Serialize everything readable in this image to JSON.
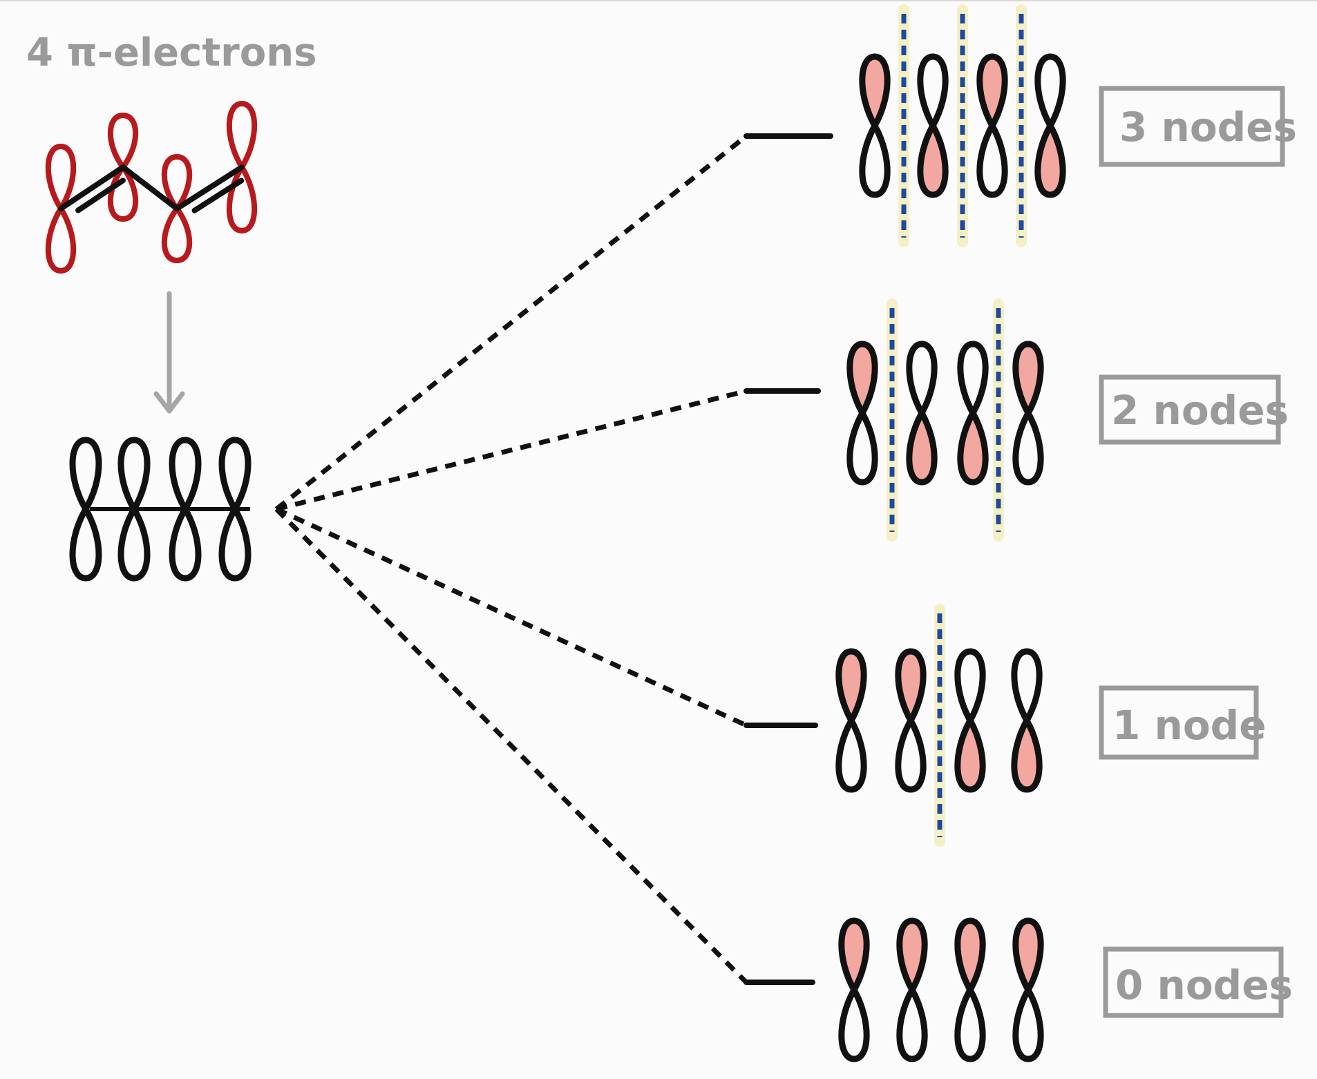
{
  "title": "4 π-electrons",
  "colors": {
    "background": "#fbfbfb",
    "ink": "#111111",
    "grey_text": "#9a9a9a",
    "p_orbital_outline": "#b8191c",
    "lobe_fill": "#f2a8a0",
    "node_dash": "#1d4a9e",
    "node_glow": "#f5efc6",
    "label_box": "#9a9a9a",
    "arrow": "#a6a6a6"
  },
  "molecular_orbitals": [
    {
      "label": "3 nodes",
      "node_count": 3,
      "shaded_lobes": [
        "top",
        "bottom",
        "top",
        "bottom"
      ]
    },
    {
      "label": "2 nodes",
      "node_count": 2,
      "shaded_lobes": [
        "top",
        "bottom",
        "bottom",
        "top"
      ]
    },
    {
      "label": "1 node",
      "node_count": 1,
      "shaded_lobes": [
        "top",
        "top",
        "bottom",
        "bottom"
      ]
    },
    {
      "label": "0 nodes",
      "node_count": 0,
      "shaded_lobes": [
        "top",
        "top",
        "top",
        "top"
      ]
    }
  ]
}
